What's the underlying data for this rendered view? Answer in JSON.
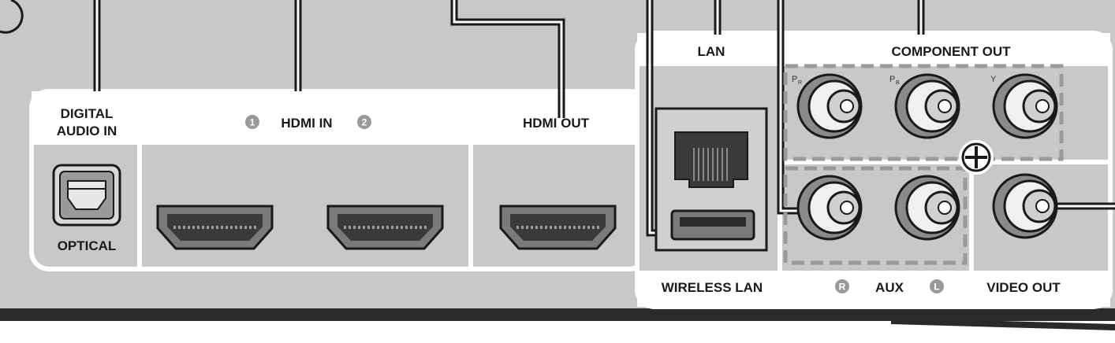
{
  "labels": {
    "digital_audio_in_line1": "DIGITAL",
    "digital_audio_in_line2": "AUDIO IN",
    "optical": "OPTICAL",
    "hdmi_in": "HDMI IN",
    "hdmi_in_port1": "1",
    "hdmi_in_port2": "2",
    "hdmi_out": "HDMI OUT",
    "lan": "LAN",
    "wireless_lan": "WIRELESS LAN",
    "component_out": "COMPONENT OUT",
    "component_pr": "P",
    "component_pr_sub": "R",
    "component_pb": "P",
    "component_pb_sub": "B",
    "component_y": "Y",
    "aux": "AUX",
    "aux_r": "R",
    "aux_l": "L",
    "video_out": "VIDEO OUT"
  },
  "colors": {
    "panel": "#c8c8c8",
    "panel_dark": "#b4b4b4",
    "label_bg": "#ffffff",
    "outline": "#1a1a1a",
    "badge": "#9a9a9a"
  }
}
